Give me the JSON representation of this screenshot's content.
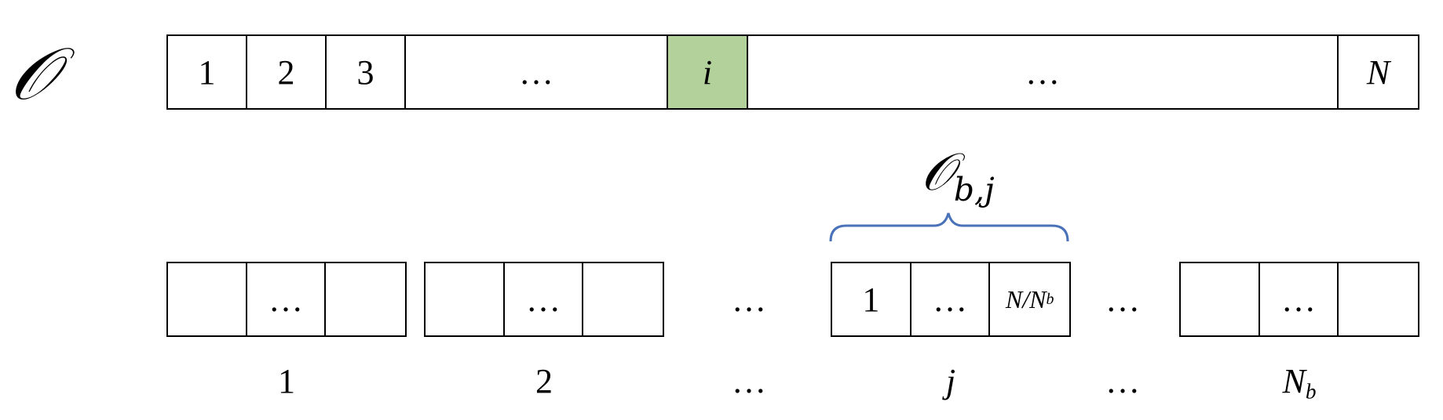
{
  "symbol": "𝒪",
  "top_array": {
    "cells": [
      "1",
      "2",
      "3",
      "…",
      "i",
      "…",
      "N"
    ],
    "highlight_color": "#b3d29b"
  },
  "blocks": [
    {
      "cells": [
        "",
        "…",
        ""
      ],
      "label": "1"
    },
    {
      "cells": [
        "",
        "…",
        ""
      ],
      "label": "2"
    },
    {
      "cells": [
        "1",
        "…",
        "N/N"
      ],
      "label_main": "j",
      "last_cell_sub": "b"
    },
    {
      "cells": [
        "",
        "…",
        ""
      ],
      "label_main": "N",
      "label_sub": "b"
    }
  ],
  "gap_ellipsis": "…",
  "brace": {
    "label_main": "𝒪",
    "label_sub": "b,j",
    "color": "#4a72b8"
  }
}
